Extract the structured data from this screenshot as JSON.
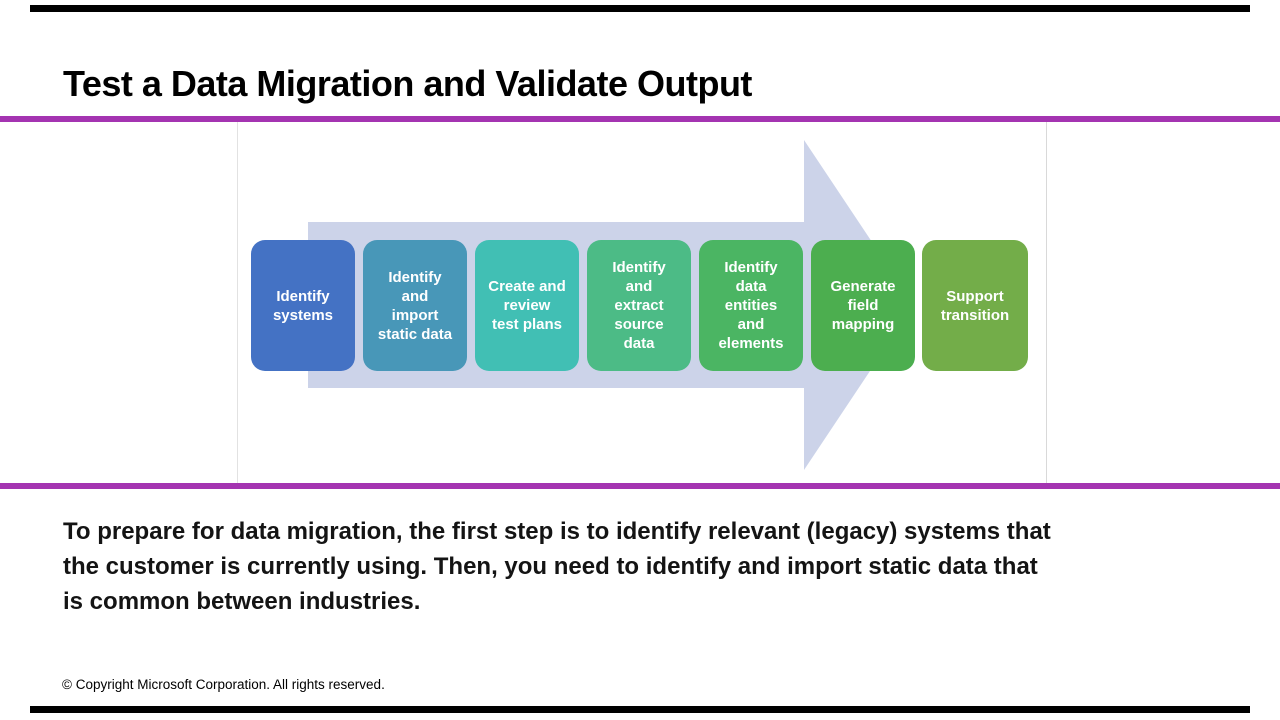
{
  "slide": {
    "title": "Test a Data Migration and Validate Output",
    "body_lines": {
      "line1": "To prepare for data migration, the first step is to identify relevant (legacy) systems that",
      "line2": "the customer is currently using. Then, you need to identify and import static data that",
      "line3": "is common between industries."
    },
    "footer_text": "© Copyright Microsoft Corporation. All rights reserved.",
    "colors": {
      "edge_bar": "#000000",
      "accent_rule": "#A434B1",
      "arrow_fill": "#CCD3E9",
      "title_text": "#000000",
      "body_text": "#141414",
      "step_text": "#FFFFFF"
    }
  },
  "diagram": {
    "type": "process-flow-arrow",
    "steps": [
      {
        "label": "Identify\nsystems",
        "color": "#4472C4"
      },
      {
        "label": "Identify\nand\nimport\nstatic data",
        "color": "#4897B8"
      },
      {
        "label": "Create and\nreview\ntest plans",
        "color": "#41BFB4"
      },
      {
        "label": "Identify\nand\nextract\nsource\ndata",
        "color": "#4CBB86"
      },
      {
        "label": "Identify\ndata\nentities\nand\nelements",
        "color": "#4BB563"
      },
      {
        "label": "Generate\nfield\nmapping",
        "color": "#4CAE4F"
      },
      {
        "label": "Support\ntransition",
        "color": "#73AD49"
      }
    ]
  }
}
